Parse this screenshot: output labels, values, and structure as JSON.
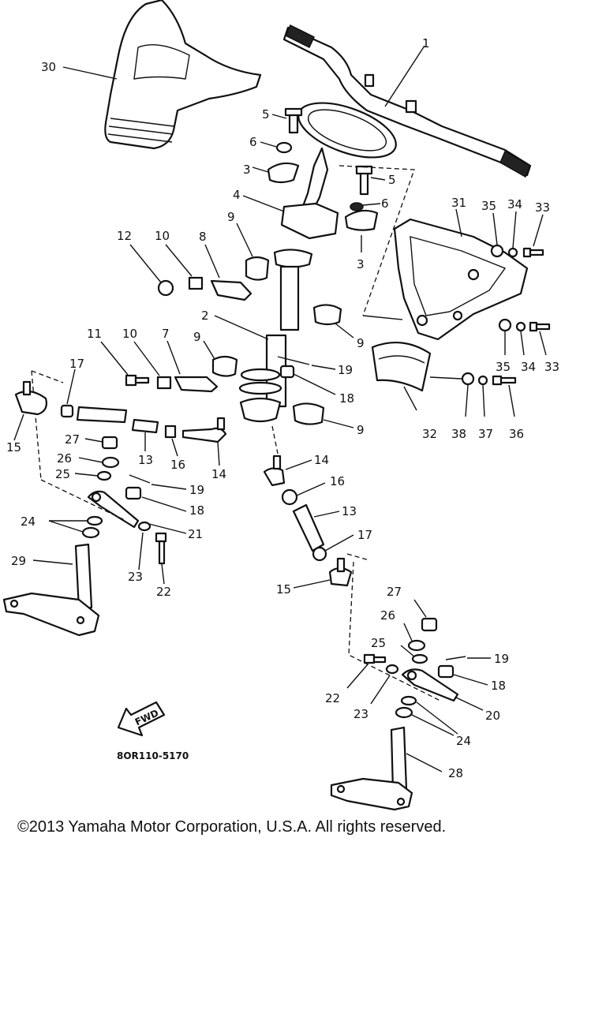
{
  "labels": {
    "p1": "1",
    "p2": "2",
    "p3a": "3",
    "p3b": "3",
    "p4": "4",
    "p5a": "5",
    "p5b": "5",
    "p6a": "6",
    "p6b": "6",
    "p7": "7",
    "p8": "8",
    "p9a": "9",
    "p9b": "9",
    "p9c": "9",
    "p9d": "9",
    "p10a": "10",
    "p10b": "10",
    "p11": "11",
    "p12": "12",
    "p13a": "13",
    "p13b": "13",
    "p14a": "14",
    "p14b": "14",
    "p15a": "15",
    "p15b": "15",
    "p16a": "16",
    "p16b": "16",
    "p17a": "17",
    "p17b": "17",
    "p18a": "18",
    "p18b": "18",
    "p18c": "18",
    "p19a": "19",
    "p19b": "19",
    "p19c": "19",
    "p20": "20",
    "p21": "21",
    "p22a": "22",
    "p22b": "22",
    "p23a": "23",
    "p23b": "23",
    "p24a": "24",
    "p24b": "24",
    "p25a": "25",
    "p25b": "25",
    "p26a": "26",
    "p26b": "26",
    "p27a": "27",
    "p27b": "27",
    "p28": "28",
    "p29": "29",
    "p30": "30",
    "p31": "31",
    "p32": "32",
    "p33a": "33",
    "p33b": "33",
    "p34a": "34",
    "p34b": "34",
    "p35a": "35",
    "p35b": "35",
    "p36": "36",
    "p37": "37",
    "p38": "38"
  },
  "fwd_arrow_text": "FWD",
  "diagram_code": "8OR110-5170",
  "copyright": "©2013 Yamaha Motor Corporation, U.S.A. All rights reserved."
}
